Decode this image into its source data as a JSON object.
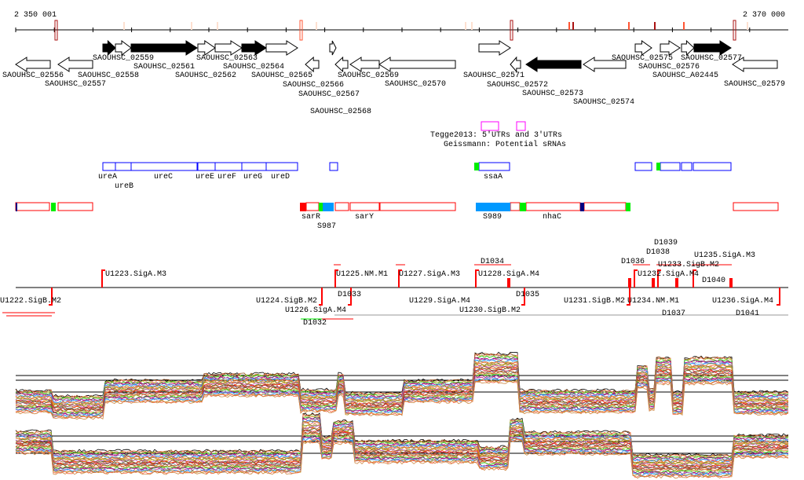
{
  "ruler": {
    "start": "2 350 001",
    "end": "2 370 000"
  },
  "genes": {
    "forward": [
      "SAOUHSC_02559",
      "SAOUHSC_02561",
      "SAOUHSC_02562",
      "SAOUHSC_02563",
      "SAOUHSC_02564",
      "SAOUHSC_02575",
      "SAOUHSC_02576",
      "SAOUHSC_A02445",
      "SAOUHSC_02577"
    ],
    "reverse": [
      "SAOUHSC_02556",
      "SAOUHSC_02557",
      "SAOUHSC_02558",
      "SAOUHSC_02565",
      "SAOUHSC_02566",
      "SAOUHSC_02567",
      "SAOUHSC_02568",
      "SAOUHSC_02569",
      "SAOUHSC_02570",
      "SAOUHSC_02571",
      "SAOUHSC_02572",
      "SAOUHSC_02573",
      "SAOUHSC_02574",
      "SAOUHSC_02579"
    ]
  },
  "utr_track": {
    "labels": [
      "Tegge2013: 5'UTRs and 3'UTRs",
      "Geissmann: Potential sRNAs"
    ]
  },
  "blue_track": {
    "labels": [
      "ureA",
      "ureB",
      "ureC",
      "ureE",
      "ureF",
      "ureG",
      "ureD",
      "ssaA"
    ]
  },
  "red_track": {
    "labels": [
      "sarR",
      "S987",
      "sarY",
      "S989",
      "nhaC"
    ]
  },
  "operon_track": {
    "above": [
      "U1223.SigA.M3",
      "U1225.NM.M1",
      "U1227.SigA.M3",
      "U1228.SigA.M4",
      "U1232.SigA.M4",
      "U1233.SigB.M2",
      "U1235.SigA.M3"
    ],
    "above_d": [
      "D1034",
      "D1036",
      "D1038",
      "D1039",
      "D1040"
    ],
    "below": [
      "U1222.SigB.M2",
      "U1224.SigB.M2",
      "U1226.SigA.M4",
      "U1229.SigA.M4",
      "U1230.SigB.M2",
      "U1231.SigB.M2",
      "U1234.NM.M1",
      "U1236.SigA.M4"
    ],
    "below_d": [
      "D1032",
      "D1033",
      "D1035",
      "D1037",
      "D1041"
    ]
  },
  "colors": {
    "red": "#ff0000",
    "blue": "#0000ff",
    "green": "#00ee00",
    "lightblue": "#0099ff",
    "navy": "#000080",
    "magenta": "#ff00ff"
  }
}
